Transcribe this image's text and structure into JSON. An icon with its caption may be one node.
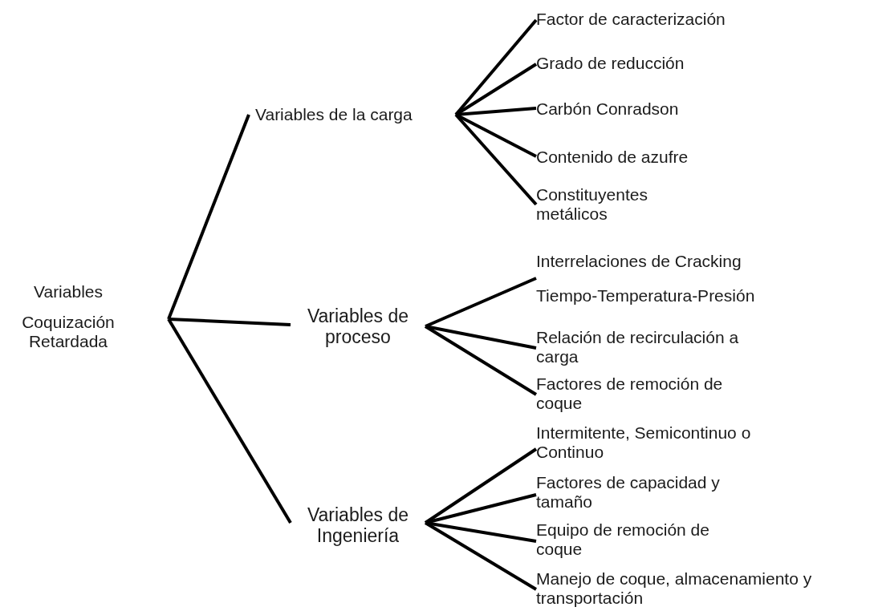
{
  "diagram": {
    "nodes": [
      {
        "text": [
          "Variables",
          "Coquización Retardada"
        ]
      },
      {
        "text": [
          "Variables de la carga"
        ]
      },
      {
        "text": [
          "Variables de proceso"
        ]
      },
      {
        "text": [
          "Variables de Ingeniería"
        ]
      },
      {
        "text": [
          "Factor de caracterización"
        ]
      },
      {
        "text": [
          "Grado de reducción"
        ]
      },
      {
        "text": [
          "Carbón Conradson"
        ]
      },
      {
        "text": [
          "Contenido de azufre"
        ]
      },
      {
        "text": [
          "Constituyentes metálicos"
        ]
      },
      {
        "text": [
          "Interrelaciones de Cracking"
        ]
      },
      {
        "text": [
          "Tiempo-Temperatura-Presión"
        ]
      },
      {
        "text": [
          "Relación de recirculación a carga"
        ]
      },
      {
        "text": [
          "Factores de remoción de coque"
        ]
      },
      {
        "text": [
          "Intermitente, Semicontinuo o Continuo"
        ]
      },
      {
        "text": [
          "Factores de capacidad y tamaño"
        ]
      },
      {
        "text": [
          "Equipo de remoción de coque"
        ]
      },
      {
        "text": [
          "Manejo de coque, almacenamiento y transportación"
        ]
      }
    ],
    "edges": [
      {
        "from": 0,
        "to": 1,
        "arrow": "none"
      },
      {
        "from": 0,
        "to": 2,
        "arrow": "none"
      },
      {
        "from": 0,
        "to": 3,
        "arrow": "none"
      },
      {
        "from": 1,
        "to": 4,
        "arrow": "none"
      },
      {
        "from": 1,
        "to": 5,
        "arrow": "none"
      },
      {
        "from": 1,
        "to": 6,
        "arrow": "none"
      },
      {
        "from": 1,
        "to": 7,
        "arrow": "none"
      },
      {
        "from": 1,
        "to": 8,
        "arrow": "none"
      },
      {
        "from": 2,
        "to": 9,
        "arrow": "none"
      },
      {
        "from": 2,
        "to": 10,
        "arrow": "none"
      },
      {
        "from": 2,
        "to": 11,
        "arrow": "none"
      },
      {
        "from": 2,
        "to": 12,
        "arrow": "none"
      },
      {
        "from": 3,
        "to": 13,
        "arrow": "none"
      },
      {
        "from": 3,
        "to": 14,
        "arrow": "none"
      },
      {
        "from": 3,
        "to": 15,
        "arrow": "none"
      },
      {
        "from": 3,
        "to": 16,
        "arrow": "none"
      }
    ]
  }
}
